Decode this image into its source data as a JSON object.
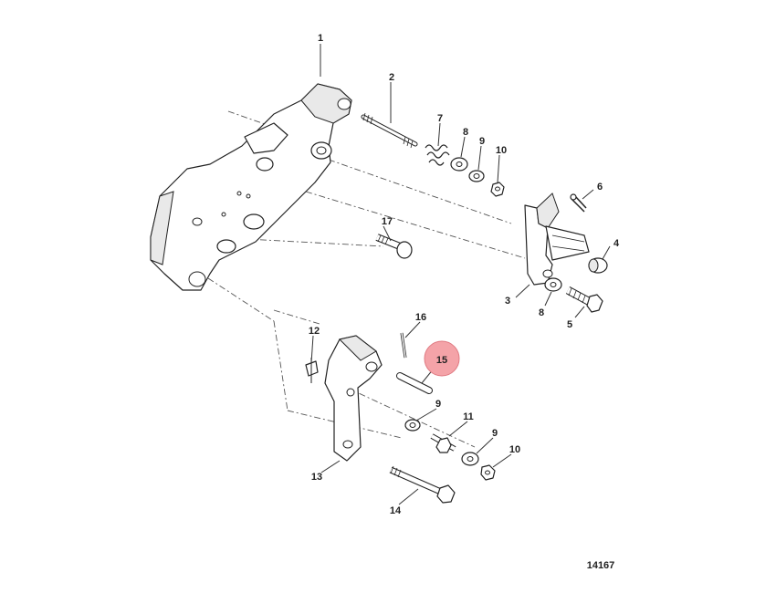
{
  "diagram_number": "14167",
  "callouts": {
    "c1": "1",
    "c2": "2",
    "c3": "3",
    "c4": "4",
    "c5": "5",
    "c6": "6",
    "c7": "7",
    "c8a": "8",
    "c8b": "8",
    "c9a": "9",
    "c9b": "9",
    "c9c": "9",
    "c10a": "10",
    "c10b": "10",
    "c11": "11",
    "c12": "12",
    "c13": "13",
    "c14": "14",
    "c15": "15",
    "c16": "16",
    "c17": "17"
  },
  "highlight": {
    "callout": "15",
    "color": "#f4a3a8"
  }
}
